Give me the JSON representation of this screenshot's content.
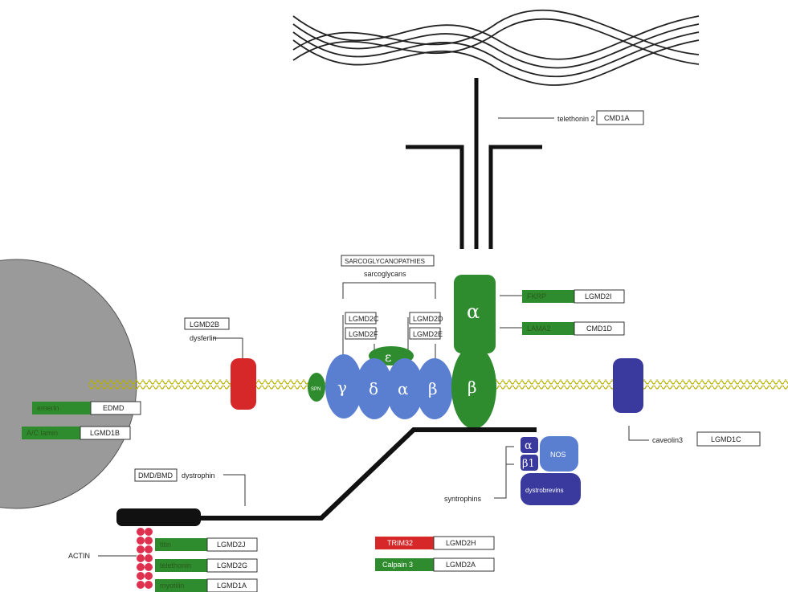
{
  "titin_gene": "CMD1A",
  "titin_label": "telethonin 2",
  "sarcoglycan_heading": "SARCOGLYCANOPATHIES",
  "sarcoglycan_sub": "sarcoglycans",
  "dysferlin": {
    "disease": "LGMD2B",
    "protein": "dysferlin"
  },
  "sarcoglycans": [
    {
      "greek": "γ",
      "diseases": [
        "LGMD2C",
        "LGMD2F"
      ]
    },
    {
      "greek": "δ"
    },
    {
      "greek": "α",
      "diseases": [
        "LGMD2D",
        "LGMD2E"
      ]
    },
    {
      "greek": "β"
    }
  ],
  "epsilon": "ε",
  "spn": "SPN",
  "dystroglycan": {
    "alpha": "α",
    "beta": "β"
  },
  "fkrp": {
    "protein": "FKRP",
    "disease": "LGMD2I"
  },
  "laminin": {
    "protein": "LAMA2",
    "disease": "CMD1D"
  },
  "caveolin": {
    "protein": "caveolin3",
    "disease": "LGMD1C"
  },
  "emerin": {
    "protein": "emerin",
    "disease": "EDMD"
  },
  "lamin": {
    "protein": "A/C lamin",
    "disease": "LGMD1B"
  },
  "dystrophin": {
    "disease": "DMD/BMD",
    "protein": "dystrophin"
  },
  "syntrophins": {
    "alpha": "α",
    "beta": "β1",
    "nos": "NOS",
    "dystrobrevin": "dystrobrevins",
    "label": "syntrophins"
  },
  "actin": "ACTIN",
  "zband": [
    {
      "protein": "titin",
      "disease": "LGMD2J"
    },
    {
      "protein": "telethonin",
      "disease": "LGMD2G"
    },
    {
      "protein": "myotilin",
      "disease": "LGMD1A"
    }
  ],
  "trim32": {
    "protein": "TRIM32",
    "disease": "LGMD2H"
  },
  "calpain": {
    "protein": "Calpain 3",
    "disease": "LGMD2A"
  },
  "colors": {
    "green": "#2e8b2e",
    "blue": "#5a7fd1",
    "red": "#d62828",
    "navy": "#3a3a9e",
    "nucleus": "#9a9a9a"
  }
}
